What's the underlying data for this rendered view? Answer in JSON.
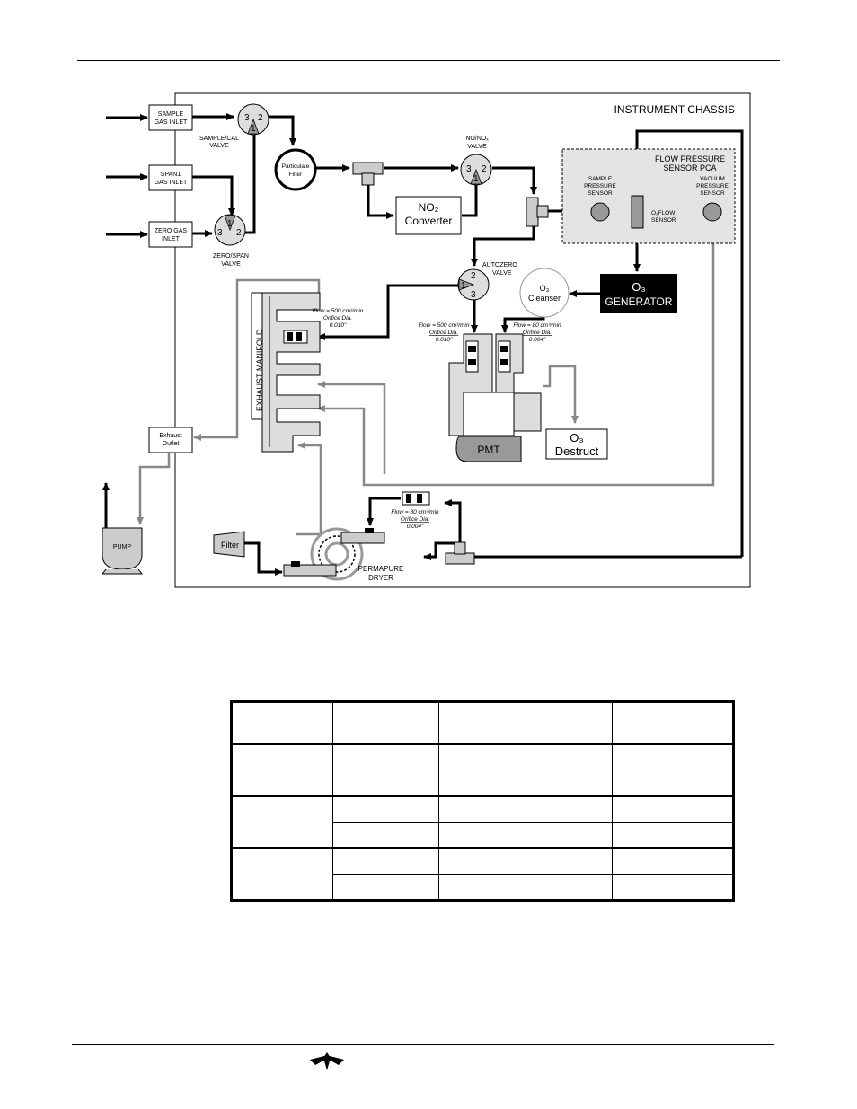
{
  "chassis_label": "INSTRUMENT CHASSIS",
  "inlets": {
    "sample": [
      "SAMPLE",
      "GAS INLET"
    ],
    "span": [
      "SPAN1",
      "GAS INLET"
    ],
    "zero": [
      "ZERO GAS",
      "INLET"
    ],
    "exhaust": [
      "Exhaust",
      "Outlet"
    ]
  },
  "valves": {
    "sample_cal": {
      "label": [
        "SAMPLE/CAL",
        "VALVE"
      ],
      "ports": [
        "3",
        "2",
        "1"
      ]
    },
    "zero_span": {
      "label": [
        "ZERO/SPAN",
        "VALVE"
      ],
      "ports": [
        "1",
        "3",
        "2"
      ]
    },
    "no_nox": {
      "label": [
        "NO/NOₓ",
        "VALVE"
      ],
      "ports": [
        "3",
        "2",
        "1"
      ]
    },
    "autozero": {
      "label": [
        "AUTOZERO",
        "VALVE"
      ],
      "ports": [
        "2",
        "1",
        "3"
      ]
    }
  },
  "components": {
    "particulate_filter": [
      "Particulate",
      "Filter"
    ],
    "no2_converter": [
      "NO₂",
      "Converter"
    ],
    "flow_pressure_pca": [
      "FLOW PRESSURE",
      "SENSOR PCA"
    ],
    "sample_pressure_sensor": [
      "SAMPLE",
      "PRESSURE",
      "SENSOR"
    ],
    "o2_flow_sensor": [
      "O₂FLOW",
      "SENSOR"
    ],
    "vacuum_pressure_sensor": [
      "VACUUM",
      "PRESSURE",
      "SENSOR"
    ],
    "o3_generator": [
      "O₃",
      "GENERATOR"
    ],
    "o3_cleanser": [
      "O₃",
      "Cleanser"
    ],
    "exhaust_manifold": "EXHAUST MANIFOLD",
    "pmt": "PMT",
    "o3_destruct": [
      "O₃",
      "Destruct"
    ],
    "pump": "PUMP",
    "filter": "Filter",
    "permapure_dryer": [
      "PERMAPURE",
      "DRYER"
    ]
  },
  "orifices": {
    "manifold": [
      "Flow = 500 cm³/min",
      "Orifice Dia.",
      "0.010\""
    ],
    "sample_500": [
      "Flow = 500 cm³/min",
      "Orifice Dia.",
      "0.010\""
    ],
    "ozone_80": [
      "Flow = 80 cm³/min",
      "Orifice Dia.",
      "0.004\""
    ],
    "dryer_80": [
      "Flow = 80 cm³/min",
      "Orifice Dia.",
      "0.004\""
    ]
  }
}
